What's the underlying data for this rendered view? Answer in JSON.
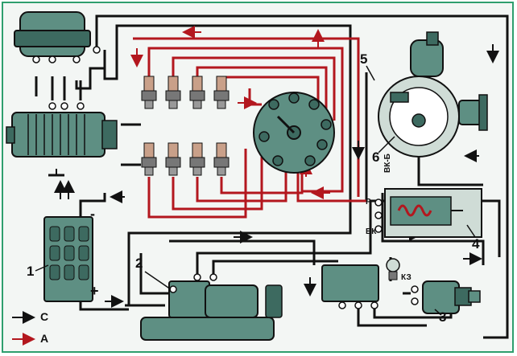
{
  "colors": {
    "black_wire": "#111111",
    "red_wire": "#b3171e",
    "device_fill": "#5e8f83",
    "device_dark": "#3d6a60",
    "light_fill": "#cfdcd6",
    "frame": "#2f9e6e"
  },
  "components": {
    "label_1": "1",
    "label_2": "2",
    "label_3": "3",
    "label_4": "4",
    "label_5": "5",
    "label_6": "6"
  },
  "terminals": {
    "vk_b": "ВК-Б",
    "r": "Р",
    "vk": "ВК",
    "kz": "КЗ"
  },
  "battery": {
    "minus": "-",
    "plus": "+"
  },
  "legend": {
    "c_label": "С",
    "a_label": "А"
  }
}
